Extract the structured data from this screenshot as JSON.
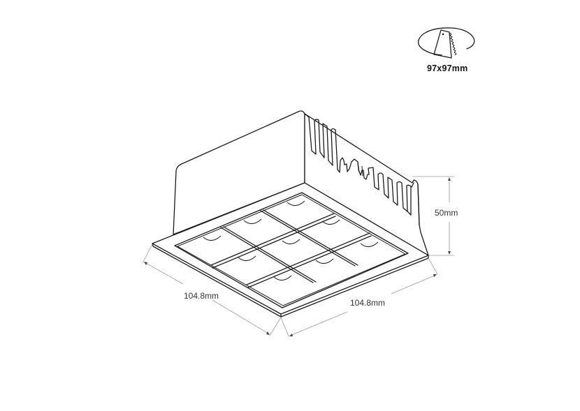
{
  "cutout_badge": {
    "icon": "saw-cutout-icon",
    "label": "97x97mm"
  },
  "dimensions": {
    "height_label": "50mm",
    "width_left_label": "104.8mm",
    "width_right_label": "104.8mm"
  },
  "product": {
    "type": "recessed-square-downlight",
    "led_grid": "3x3"
  },
  "colors": {
    "line": "#1a1a1a",
    "dimension_line": "#9a9a9a",
    "background": "#ffffff"
  }
}
